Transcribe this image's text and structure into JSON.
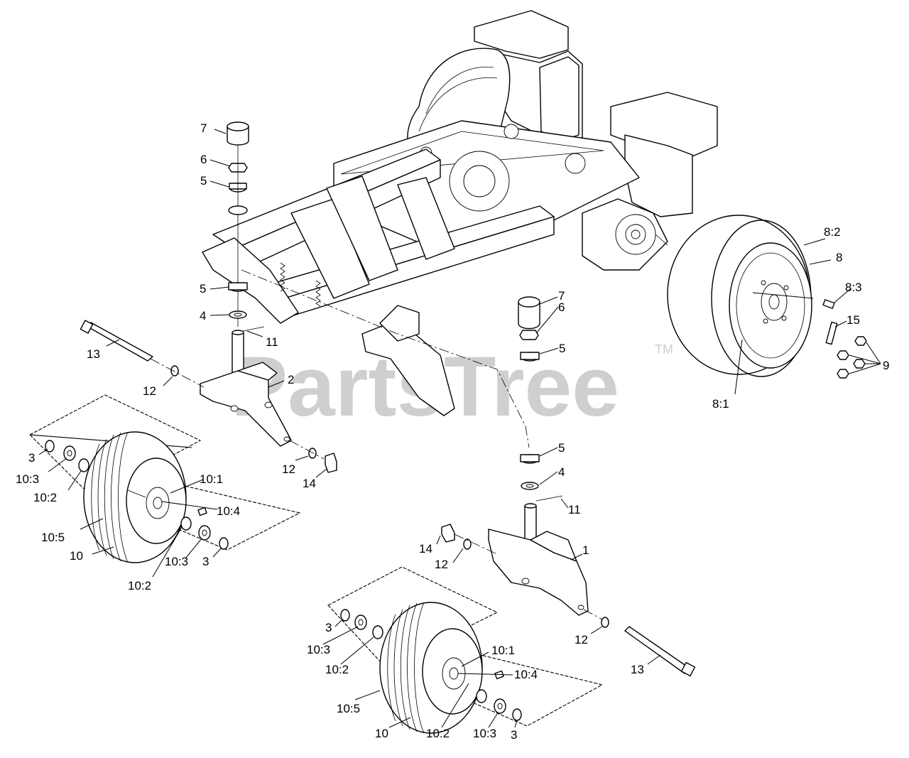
{
  "watermark": {
    "text": "PartsTree",
    "trademark": "TM"
  },
  "callouts": {
    "c7a": "7",
    "c6a": "6",
    "c5a": "5",
    "c5b": "5",
    "c4a": "4",
    "c11a": "11",
    "c13a": "13",
    "c12a": "12",
    "c2": "2",
    "c12b": "12",
    "c14a": "14",
    "c3a": "3",
    "c103a": "10:3",
    "c102a": "10:2",
    "c101a": "10:1",
    "c104a": "10:4",
    "c105a": "10:5",
    "c10a": "10",
    "c102b": "10:2",
    "c103b": "10:3",
    "c3b": "3",
    "c7b": "7",
    "c6b": "6",
    "c5c": "5",
    "c5d": "5",
    "c4b": "4",
    "c11b": "11",
    "c14b": "14",
    "c12c": "12",
    "c1": "1",
    "c12d": "12",
    "c13b": "13",
    "c3c": "3",
    "c103c": "10:3",
    "c102c": "10:2",
    "c101b": "10:1",
    "c104b": "10:4",
    "c105b": "10:5",
    "c10b": "10",
    "c102d": "10:2",
    "c103d": "10:3",
    "c3d": "3",
    "c82": "8:2",
    "c8": "8",
    "c83": "8:3",
    "c15": "15",
    "c9": "9",
    "c81": "8:1"
  }
}
